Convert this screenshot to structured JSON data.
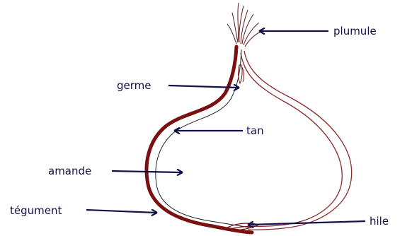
{
  "labels": {
    "plumule": "plumule",
    "germe": "germe",
    "tan": "tan",
    "amande": "amande",
    "tegument": "tégument",
    "hile": "hile"
  },
  "colors": {
    "arrow": "#12124a",
    "tegument": "#7a1010",
    "outline": "#8a2a2a",
    "inner": "#222222"
  }
}
